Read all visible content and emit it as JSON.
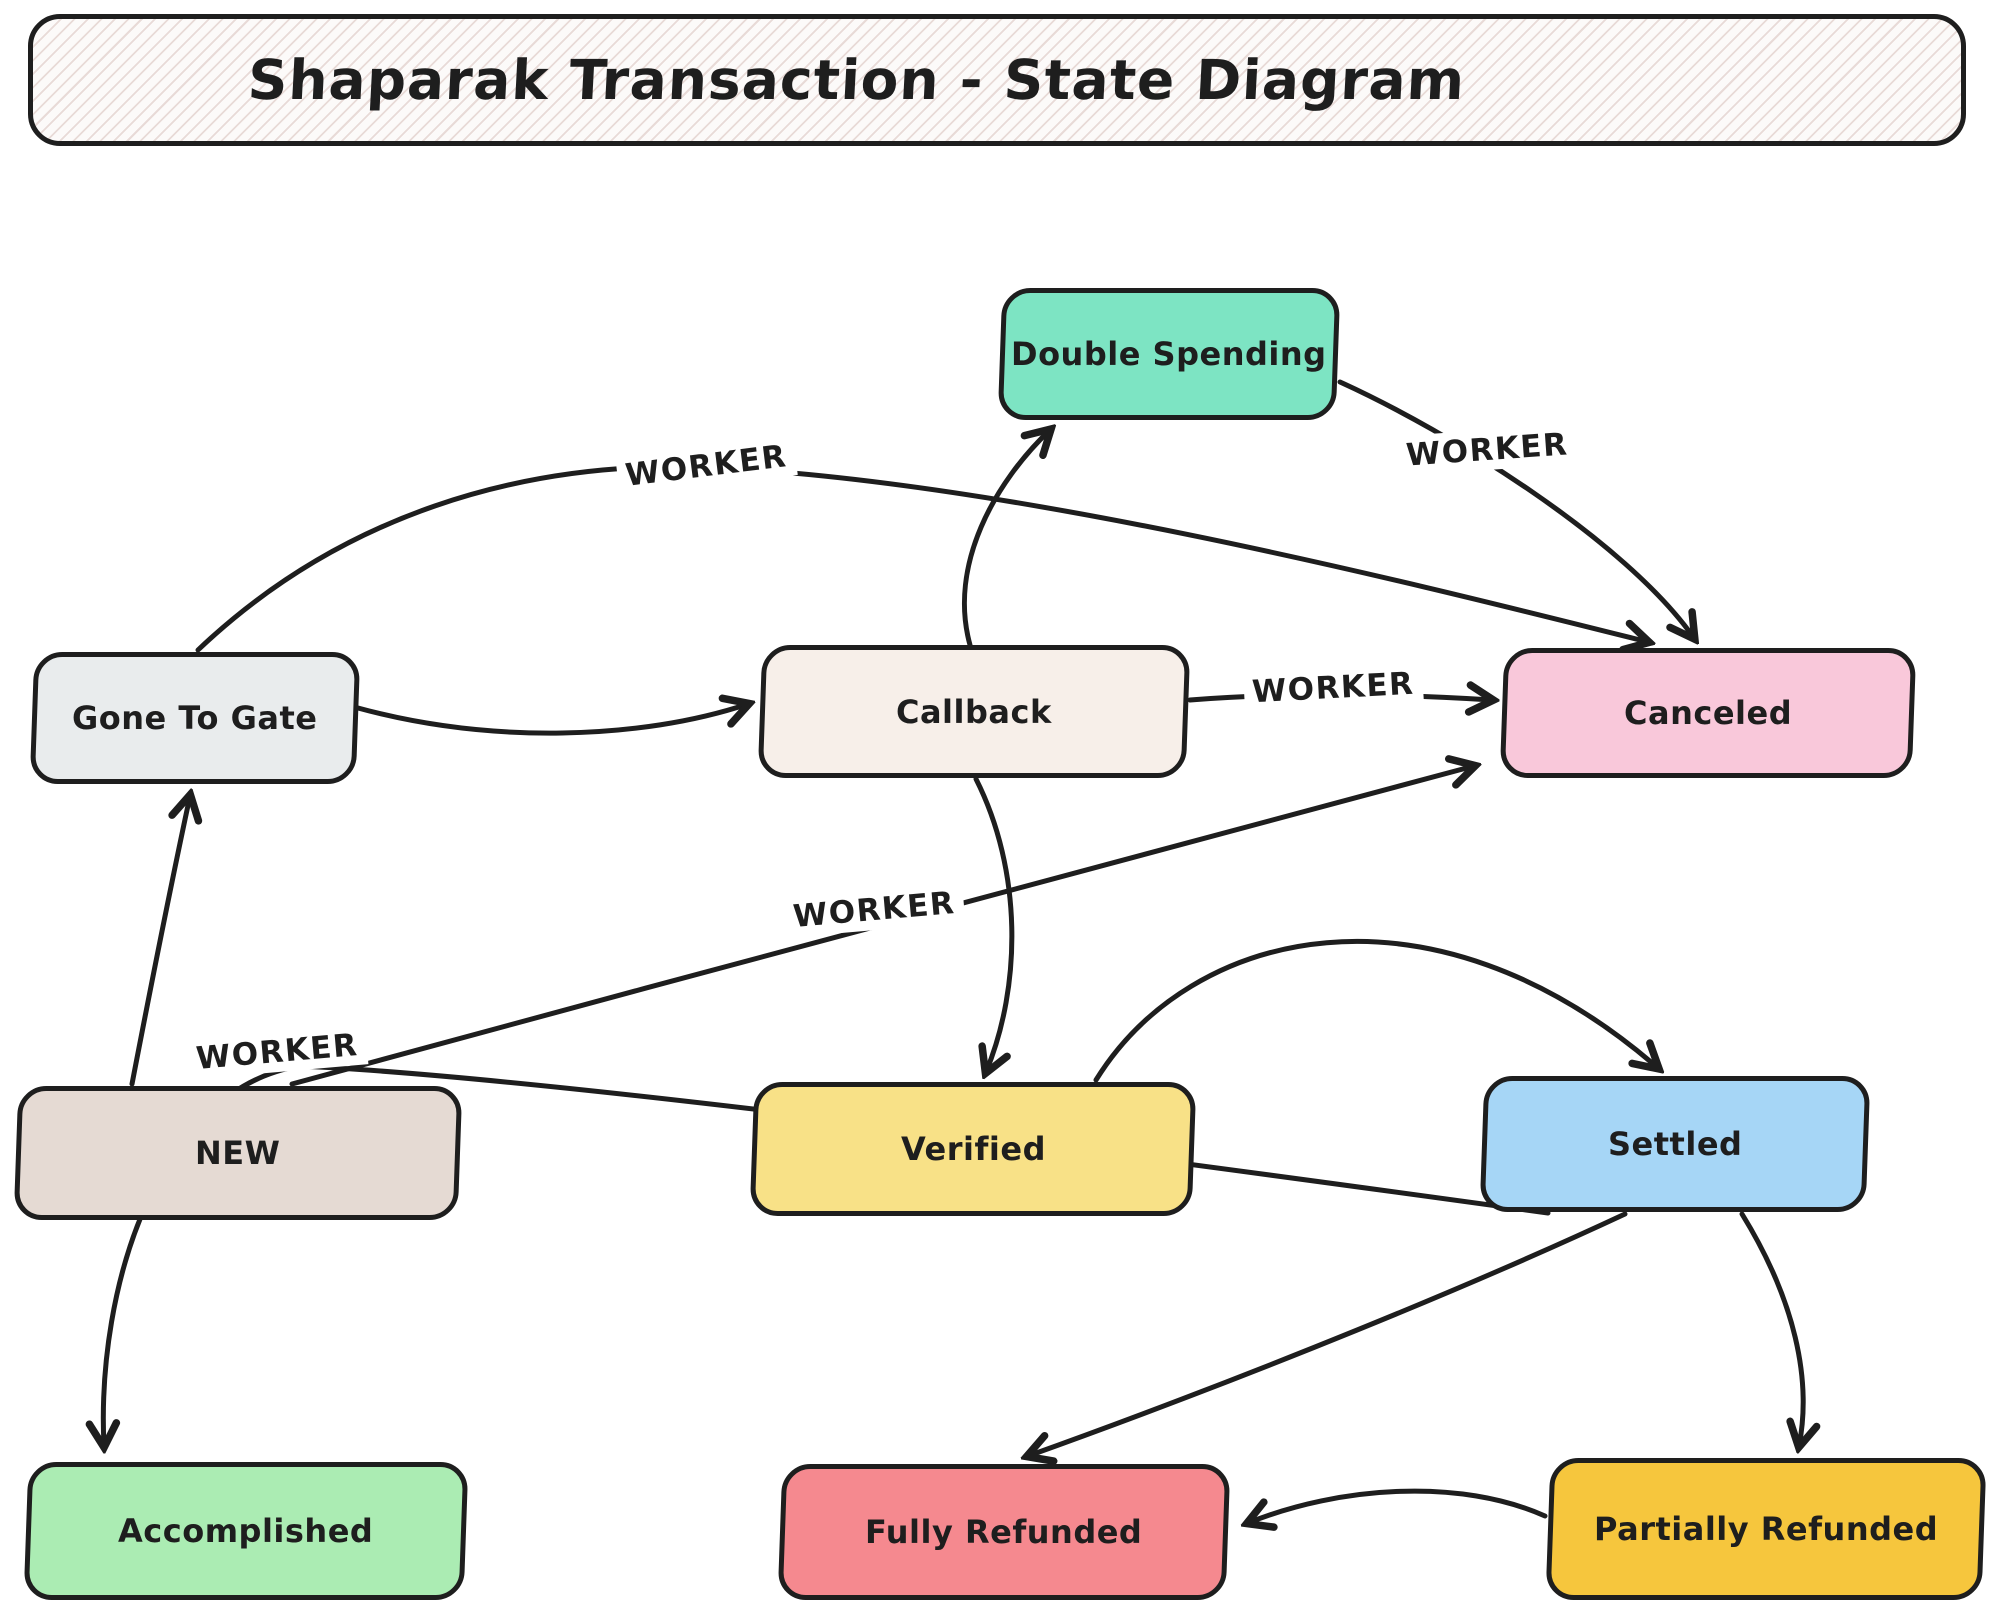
{
  "title": {
    "text": "Shaparak Transaction - State Diagram"
  },
  "colors": {
    "stroke": "#1e1e1e",
    "background": "#ffffff",
    "title_hatch": "#ba9288"
  },
  "nodes": {
    "double_spending": {
      "label": "Double Spending",
      "fill": "#7de4c3"
    },
    "gone_to_gate": {
      "label": "Gone To Gate",
      "fill": "#e9eced"
    },
    "callback": {
      "label": "Callback",
      "fill": "#f7efe9"
    },
    "canceled": {
      "label": "Canceled",
      "fill": "#f9c8da"
    },
    "new": {
      "label": "NEW",
      "fill": "#e5dad3"
    },
    "verified": {
      "label": "Verified",
      "fill": "#f8e187"
    },
    "settled": {
      "label": "Settled",
      "fill": "#a6d6f6"
    },
    "accomplished": {
      "label": "Accomplished",
      "fill": "#abecb3"
    },
    "fully_refunded": {
      "label": "Fully Refunded",
      "fill": "#f5898f"
    },
    "partially_refunded": {
      "label": "Partially Refunded",
      "fill": "#f6c63d"
    }
  },
  "edge_labels": {
    "worker_top": "WORKER",
    "worker_ds": "WORKER",
    "worker_callback": "WORKER",
    "worker_new": "WORKER",
    "worker_settled": "WORKER"
  },
  "edges": [
    {
      "from": "new",
      "to": "gone_to_gate",
      "label": ""
    },
    {
      "from": "gone_to_gate",
      "to": "callback",
      "label": ""
    },
    {
      "from": "gone_to_gate",
      "to": "canceled",
      "label": "WORKER"
    },
    {
      "from": "callback",
      "to": "double_spending",
      "label": ""
    },
    {
      "from": "callback",
      "to": "canceled",
      "label": "WORKER"
    },
    {
      "from": "double_spending",
      "to": "canceled",
      "label": "WORKER"
    },
    {
      "from": "new",
      "to": "canceled",
      "label": "WORKER"
    },
    {
      "from": "callback",
      "to": "verified",
      "label": ""
    },
    {
      "from": "verified",
      "to": "settled",
      "label": ""
    },
    {
      "from": "settled",
      "to": "fully_refunded",
      "label": ""
    },
    {
      "from": "settled",
      "to": "accomplished",
      "label": "WORKER"
    },
    {
      "from": "settled",
      "to": "partially_refunded",
      "label": ""
    },
    {
      "from": "partially_refunded",
      "to": "fully_refunded",
      "label": ""
    }
  ]
}
